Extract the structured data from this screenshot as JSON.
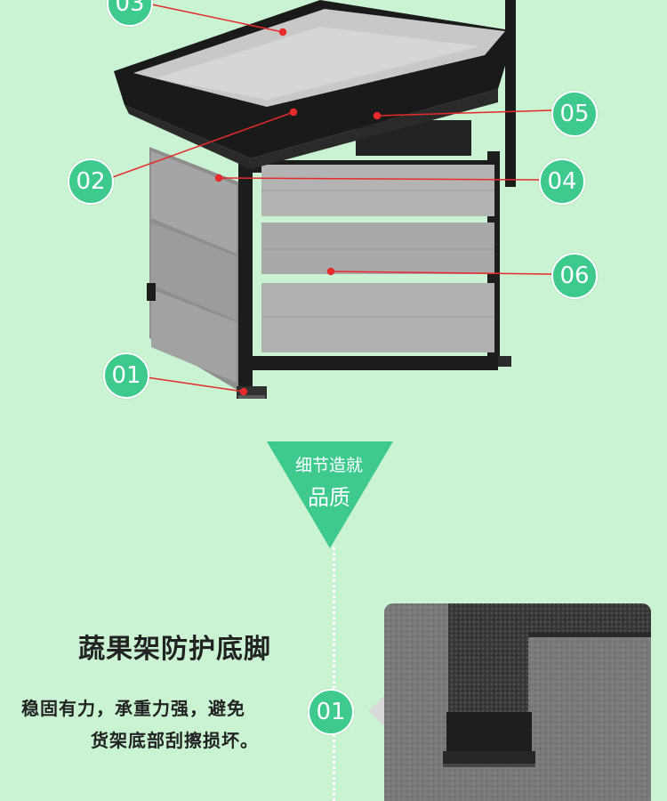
{
  "callouts": [
    {
      "num": "03"
    },
    {
      "num": "02"
    },
    {
      "num": "05"
    },
    {
      "num": "04"
    },
    {
      "num": "06"
    },
    {
      "num": "01"
    }
  ],
  "banner": {
    "line1": "细节造就",
    "line2": "品质"
  },
  "detail": {
    "heading": "蔬果架防护底脚",
    "badge": "01",
    "desc_line1": "稳固有力，承重力强，避免",
    "desc_line2": "货架底部刮擦损坏。"
  },
  "colors": {
    "background": "#c9f3d2",
    "accent": "#3ec98e",
    "leader_line": "#e52b2b"
  }
}
